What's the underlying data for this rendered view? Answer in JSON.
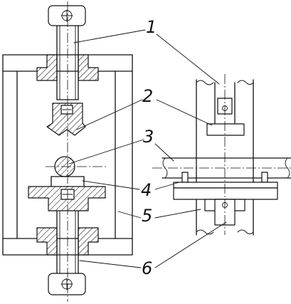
{
  "figure": {
    "callouts": [
      {
        "id": "callout-1",
        "text": "1"
      },
      {
        "id": "callout-2",
        "text": "2"
      },
      {
        "id": "callout-3",
        "text": "3"
      },
      {
        "id": "callout-4",
        "text": "4"
      },
      {
        "id": "callout-5",
        "text": "5"
      },
      {
        "id": "callout-6",
        "text": "6"
      }
    ]
  }
}
